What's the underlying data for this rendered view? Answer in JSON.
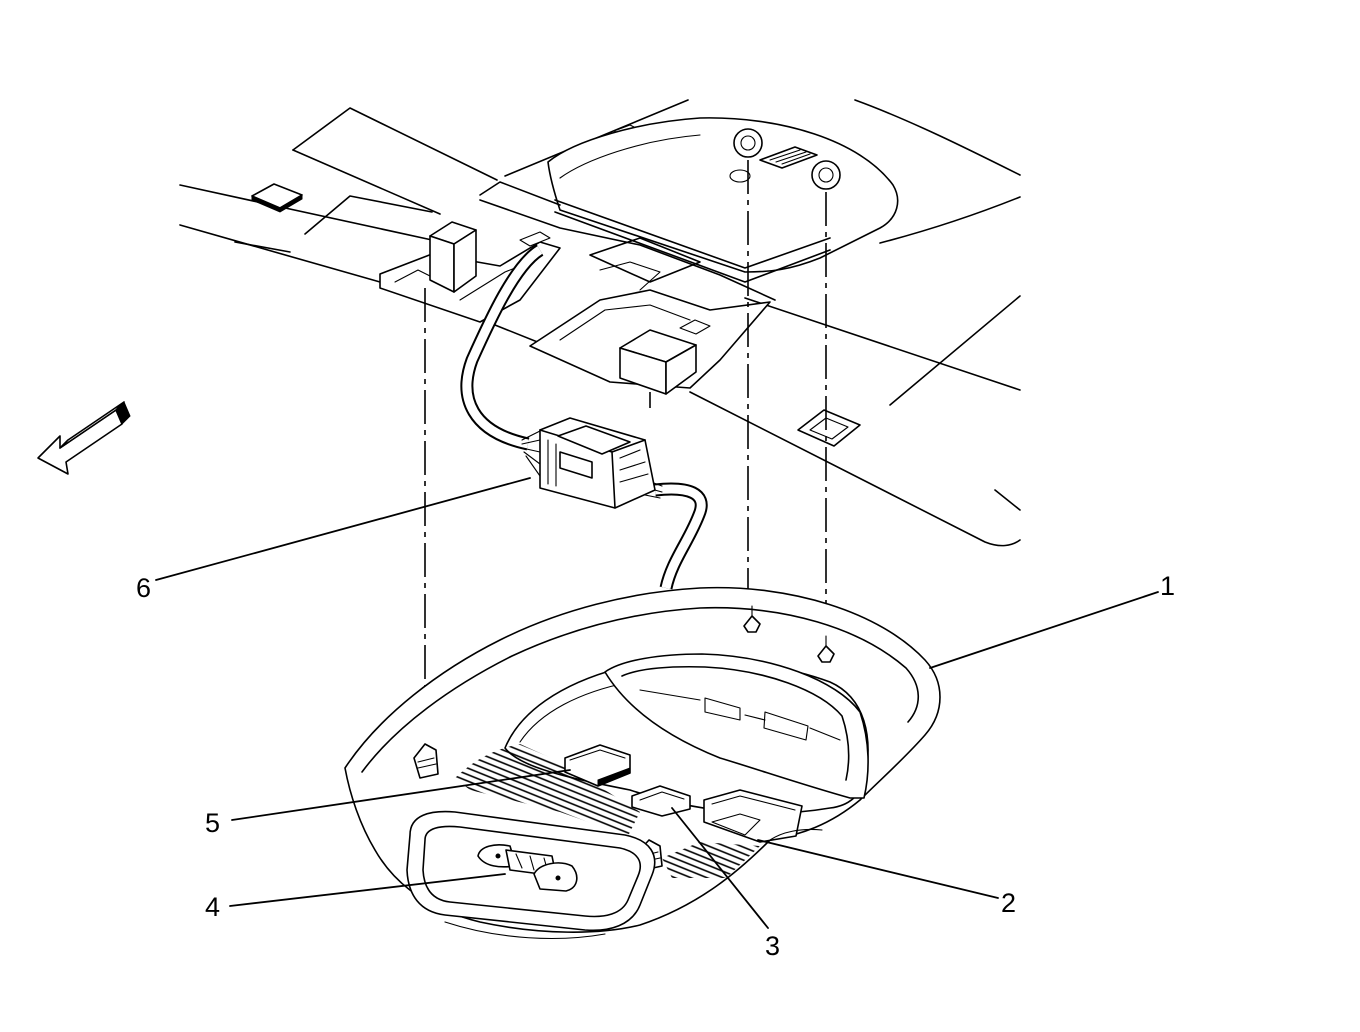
{
  "diagram": {
    "callouts": [
      "1",
      "2",
      "3",
      "4",
      "5",
      "6"
    ]
  },
  "colors": {
    "line": "#000000",
    "background": "#ffffff"
  }
}
